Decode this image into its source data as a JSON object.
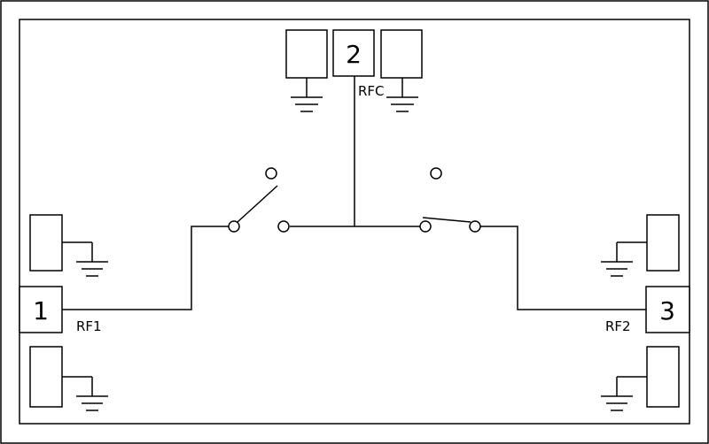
{
  "ports": {
    "rfc": {
      "number": "2",
      "label": "RFC"
    },
    "rf1": {
      "number": "1",
      "label": "RF1"
    },
    "rf2": {
      "number": "3",
      "label": "RF2"
    }
  }
}
